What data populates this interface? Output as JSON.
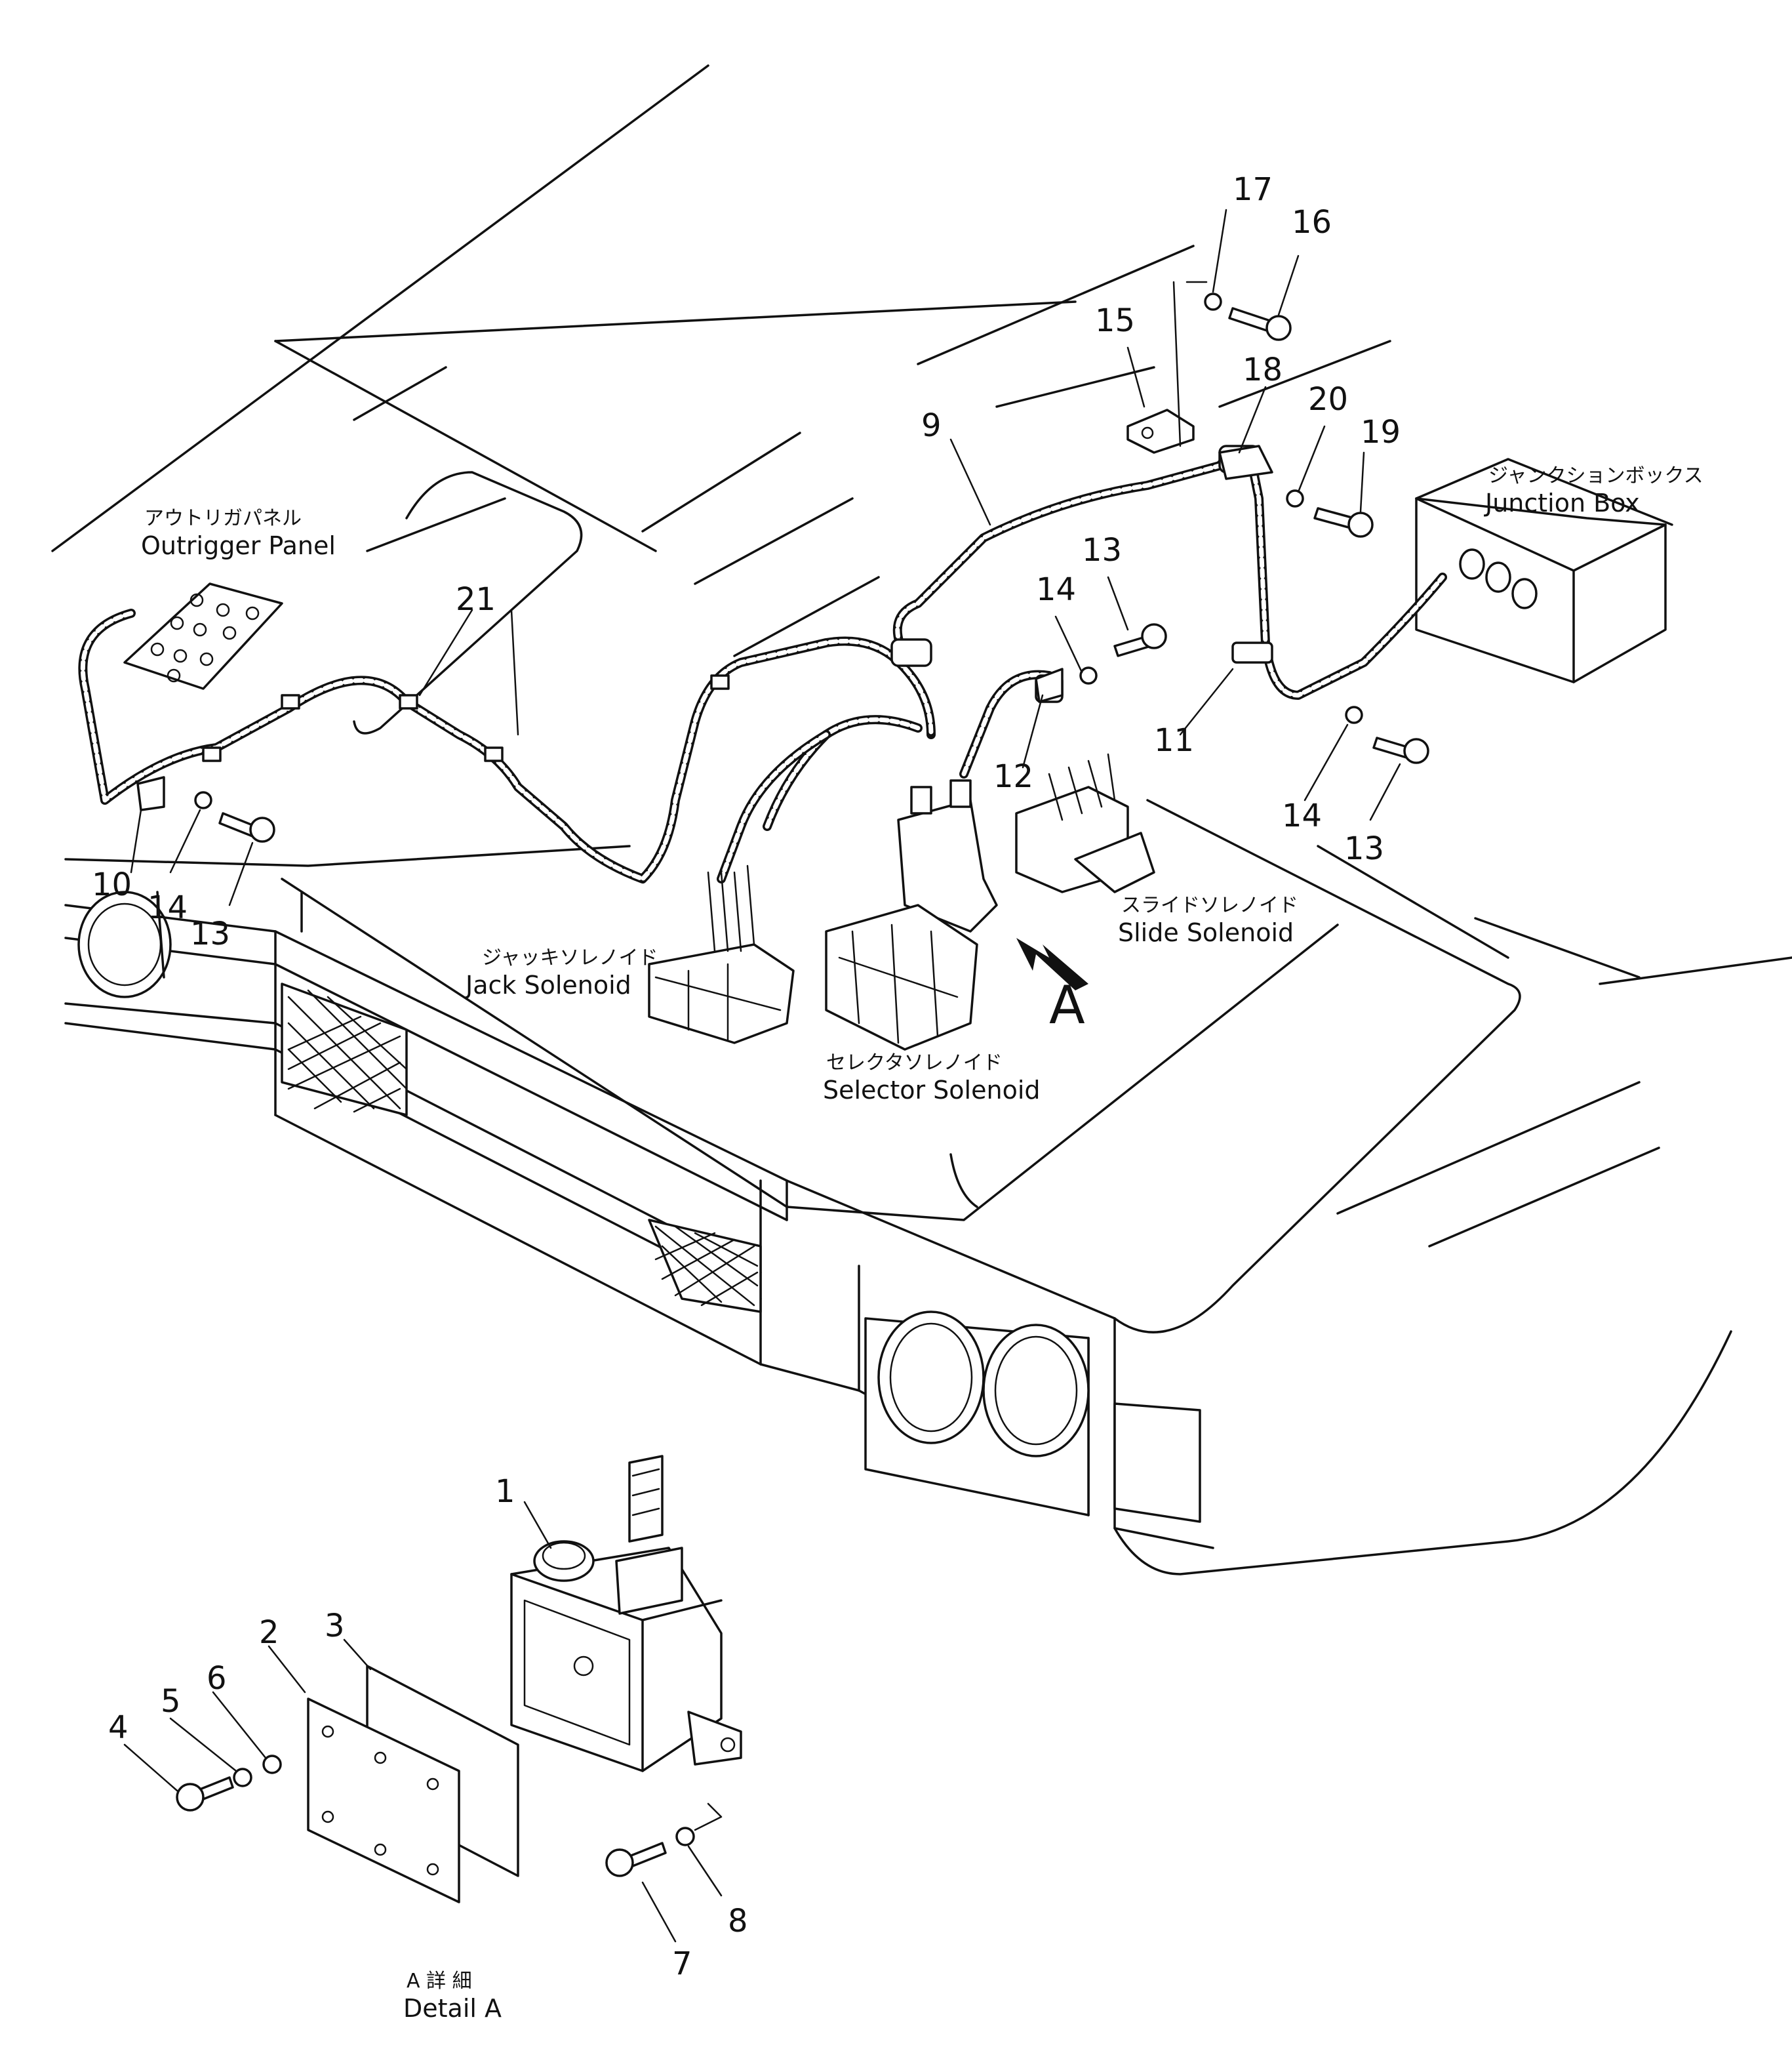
{
  "labels": {
    "outrigger_panel_jp": "アウトリガパネル",
    "outrigger_panel_en": "Outrigger Panel",
    "junction_box_jp": "ジャンクションボックス",
    "junction_box_en": "Junction Box",
    "jack_solenoid_jp": "ジャッキソレノイド",
    "jack_solenoid_en": "Jack Solenoid",
    "selector_solenoid_jp": "セレクタソレノイド",
    "selector_solenoid_en": "Selector Solenoid",
    "slide_solenoid_jp": "スライドソレノイド",
    "slide_solenoid_en": "Slide Solenoid",
    "view_arrow": "A",
    "detail_a_jp": "A 詳 細",
    "detail_a_en": "Detail A"
  },
  "callouts": {
    "n1": "1",
    "n2": "2",
    "n3": "3",
    "n4": "4",
    "n5": "5",
    "n6": "6",
    "n7": "7",
    "n8": "8",
    "n9": "9",
    "n10": "10",
    "n11": "11",
    "n12": "12",
    "n13a": "13",
    "n13b": "13",
    "n13c": "13",
    "n14a": "14",
    "n14b": "14",
    "n14c": "14",
    "n15": "15",
    "n16": "16",
    "n17": "17",
    "n18": "18",
    "n19": "19",
    "n20": "20",
    "n21": "21"
  }
}
